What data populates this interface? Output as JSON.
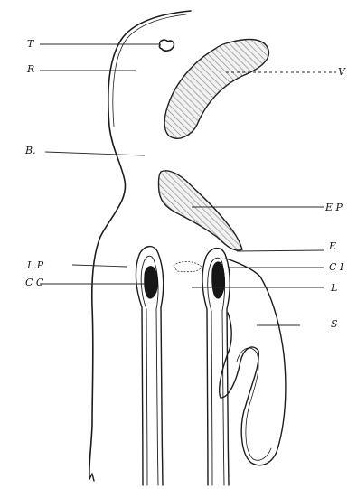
{
  "labels": {
    "T": "T",
    "R": "R",
    "B": "B.",
    "V": "V",
    "EP": "E P",
    "E": "E",
    "CI": "C I",
    "L": "L",
    "S": "S",
    "LP": "L.P",
    "CC": "C C"
  }
}
